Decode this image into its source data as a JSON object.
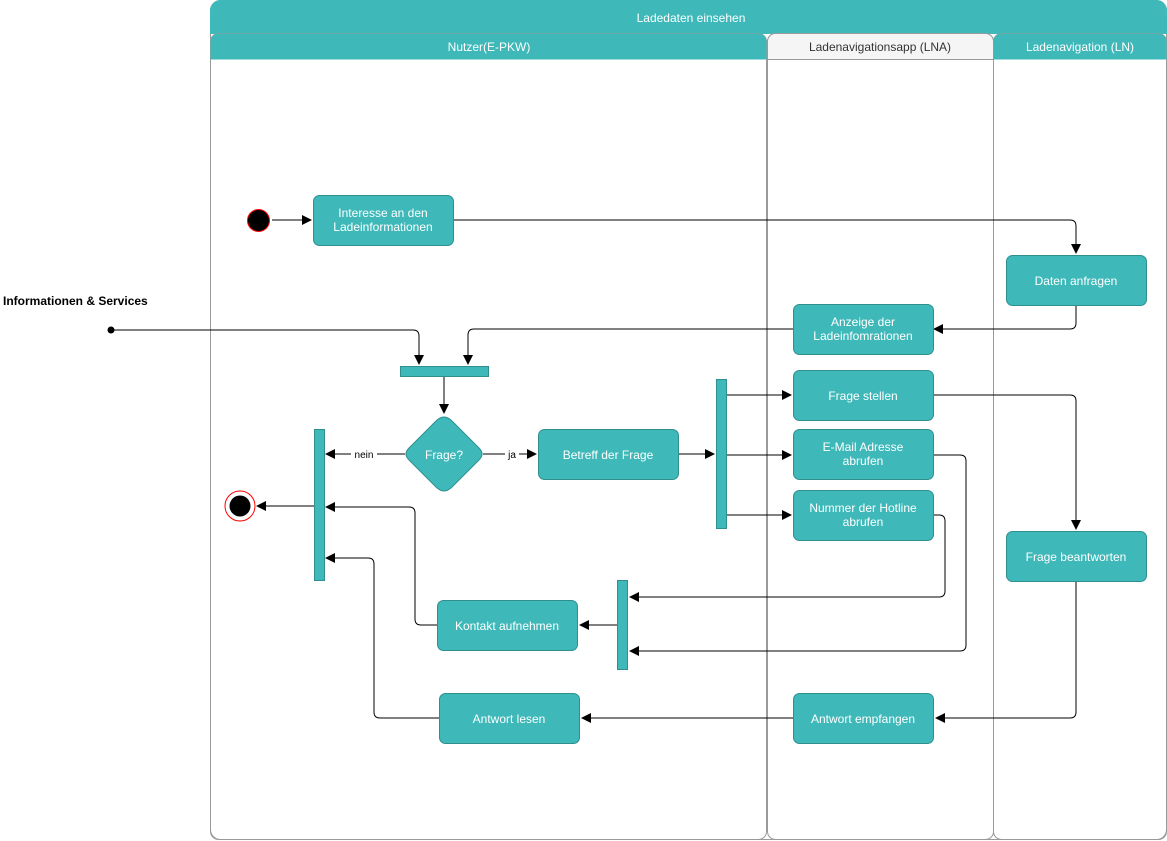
{
  "colors": {
    "teal": "#3eb8b8",
    "teal_stroke": "#2f8f8f",
    "gray_header": "#f5f5f5",
    "border": "#9a9a9a",
    "final_red": "#ff0000"
  },
  "pool": {
    "title": "Ladedaten einsehen"
  },
  "lanes": {
    "user": "Nutzer(E-PKW)",
    "lna": "Ladenavigationsapp (LNA)",
    "ln": "Ladenavigation (LN)"
  },
  "external": {
    "label": "Informationen & Services"
  },
  "actions": {
    "interesse_line1": "Interesse an den",
    "interesse_line2": "Ladeinformationen",
    "daten_anfragen": "Daten anfragen",
    "anzeige_line1": "Anzeige der",
    "anzeige_line2": "Ladeinfomrationen",
    "frage_decision": "Frage?",
    "betreff": "Betreff der Frage",
    "frage_stellen": "Frage stellen",
    "email_line1": "E-Mail Adresse",
    "email_line2": "abrufen",
    "hotline_line1": "Nummer der Hotline",
    "hotline_line2": "abrufen",
    "frage_beantworten": "Frage beantworten",
    "kontakt": "Kontakt aufnehmen",
    "antwort_empfangen": "Antwort empfangen",
    "antwort_lesen": "Antwort lesen"
  },
  "edge_labels": {
    "nein": "nein",
    "ja": "ja"
  }
}
